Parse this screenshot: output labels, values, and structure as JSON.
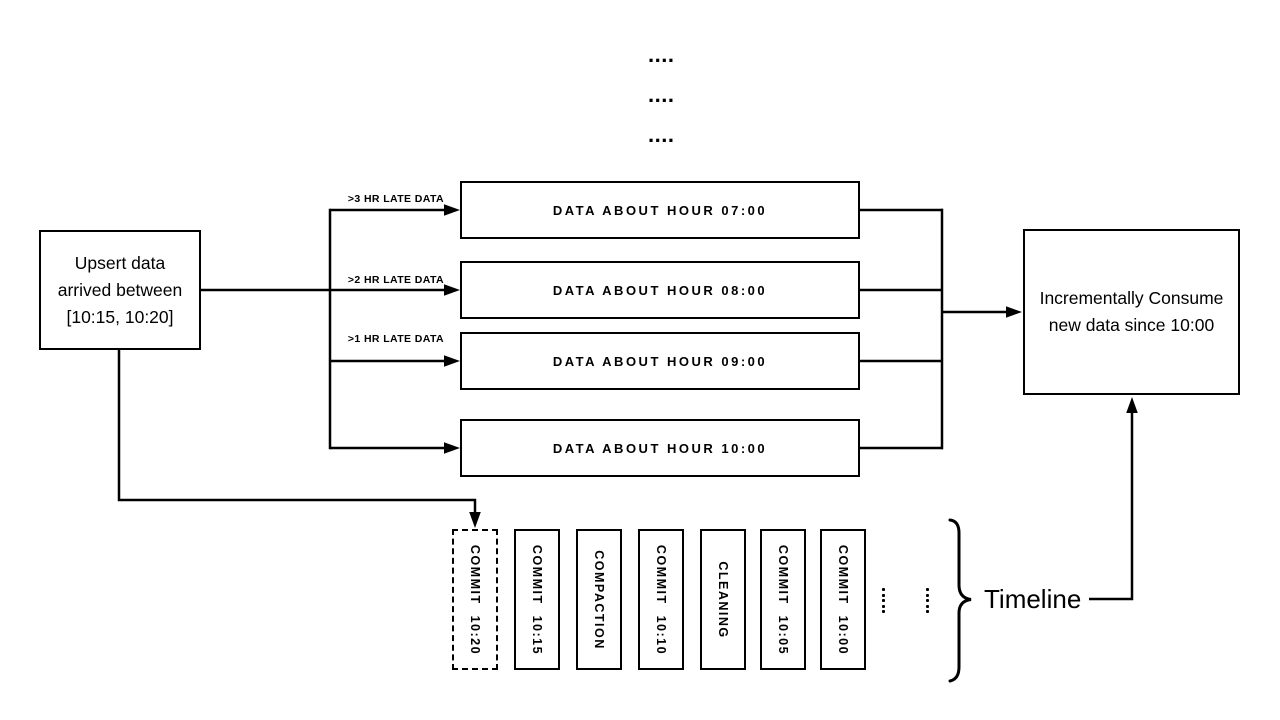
{
  "diagram": {
    "title_hint": "incremental data consumption with late-arriving upserts",
    "continuation_dots": [
      "....",
      "....",
      "...."
    ],
    "upsert_box": {
      "lines": [
        "Upsert data",
        "arrived between",
        "[10:15, 10:20]"
      ]
    },
    "late_data_labels": [
      ">3 HR LATE DATA",
      ">2 HR LATE DATA",
      ">1 HR LATE DATA"
    ],
    "hour_boxes": [
      {
        "label": "DATA ABOUT HOUR 07:00"
      },
      {
        "label": "DATA ABOUT HOUR 08:00"
      },
      {
        "label": "DATA ABOUT HOUR 09:00"
      },
      {
        "label": "DATA ABOUT HOUR 10:00"
      }
    ],
    "consume_box": {
      "lines": [
        "Incrementally Consume",
        "new data since 10:00"
      ]
    },
    "timeline": {
      "label": "Timeline",
      "events": [
        {
          "label": "COMMIT 10:20",
          "style": "dashed"
        },
        {
          "label": "COMMIT 10:15",
          "style": "solid"
        },
        {
          "label": "COMPACTION",
          "style": "solid"
        },
        {
          "label": "COMMIT 10:10",
          "style": "solid"
        },
        {
          "label": "CLEANING",
          "style": "solid"
        },
        {
          "label": "COMMIT 10:05",
          "style": "solid"
        },
        {
          "label": "COMMIT 10:00",
          "style": "solid"
        }
      ],
      "ellipsis_icons": [
        "vertical-ellipsis",
        "vertical-ellipsis"
      ]
    },
    "colors": {
      "line": "#000000",
      "background": "#ffffff"
    }
  }
}
